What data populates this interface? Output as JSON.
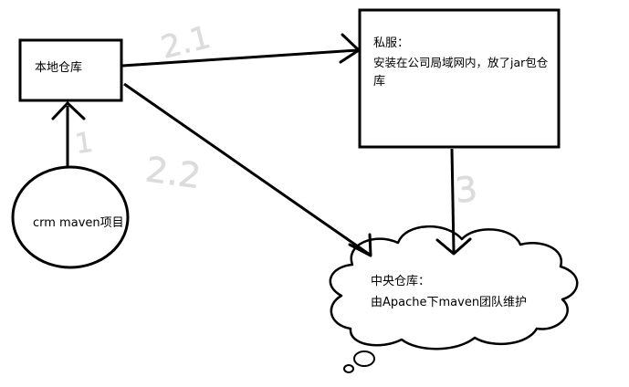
{
  "local_repo": {
    "label": "本地仓库"
  },
  "private_server": {
    "title": "私服：",
    "desc_line1": "安装在公司局域网内，放了jar包仓",
    "desc_line2": "库"
  },
  "project": {
    "label": "crm maven项目"
  },
  "central_repo": {
    "title": "中央仓库：",
    "desc": "由Apache下maven团队维护"
  },
  "steps": {
    "step1": "1",
    "step21": "2.1",
    "step22": "2.2",
    "step3": "3"
  },
  "colors": {
    "ink": "#000000",
    "pencil": "#dcdcdc",
    "background": "#ffffff"
  }
}
